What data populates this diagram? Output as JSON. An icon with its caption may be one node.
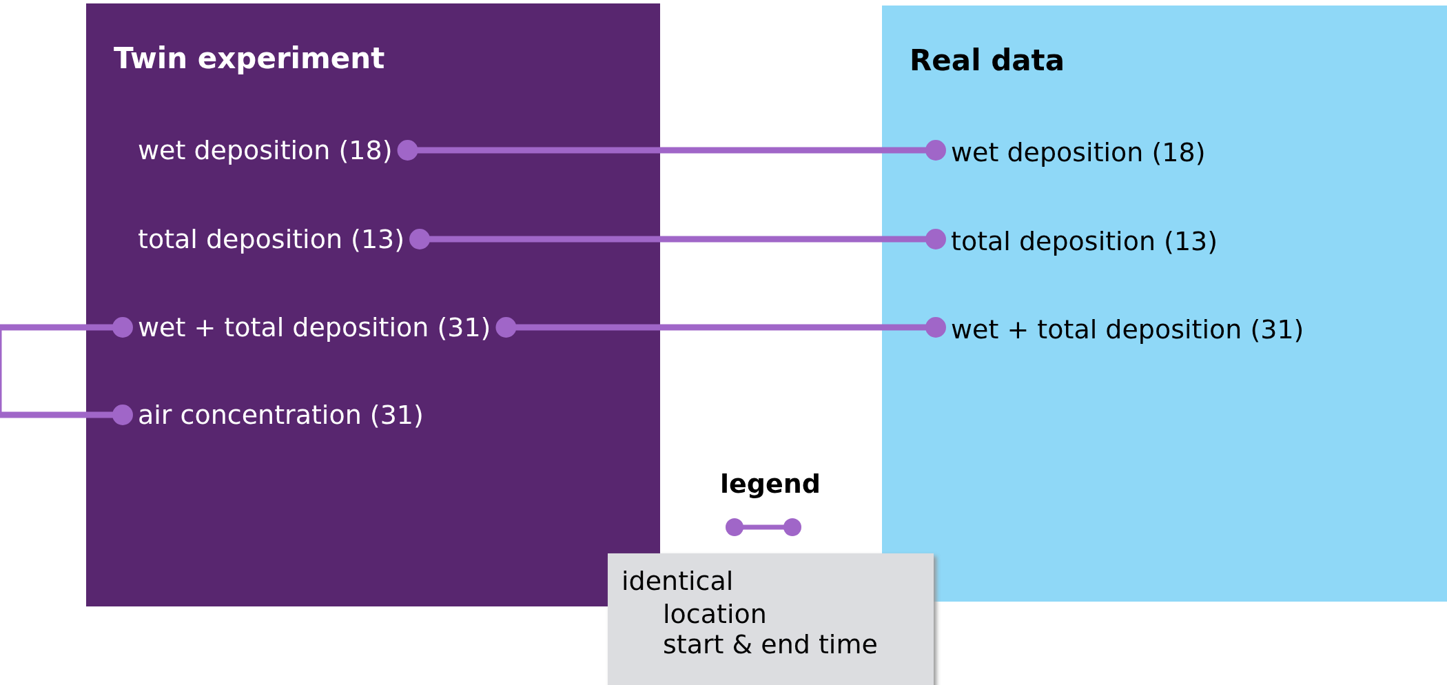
{
  "diagram": {
    "nodes": [
      {
        "text": [
          "Twin experiment"
        ]
      },
      {
        "text": [
          "wet deposition (18)"
        ],
        "in": 0
      },
      {
        "text": [
          "total deposition (13)"
        ],
        "in": 0
      },
      {
        "text": [
          "wet + total deposition (31)"
        ],
        "in": 0
      },
      {
        "text": [
          "air concentration (31)"
        ],
        "in": 0
      },
      {
        "text": [
          "Real data"
        ]
      },
      {
        "text": [
          "wet deposition (18)"
        ],
        "in": 5
      },
      {
        "text": [
          "total deposition (13)"
        ],
        "in": 5
      },
      {
        "text": [
          "wet + total deposition (31)"
        ],
        "in": 5
      }
    ],
    "edges": [
      {
        "from": 1,
        "to": 6,
        "arrow": "other"
      },
      {
        "from": 2,
        "to": 7,
        "arrow": "other"
      },
      {
        "from": 3,
        "to": 8,
        "arrow": "other"
      },
      {
        "from": 3,
        "to": 4,
        "arrow": "other"
      }
    ],
    "labels": [
      "legend",
      "location",
      "start & end time"
    ],
    "legend": [
      {
        "text": "identical"
      }
    ]
  }
}
